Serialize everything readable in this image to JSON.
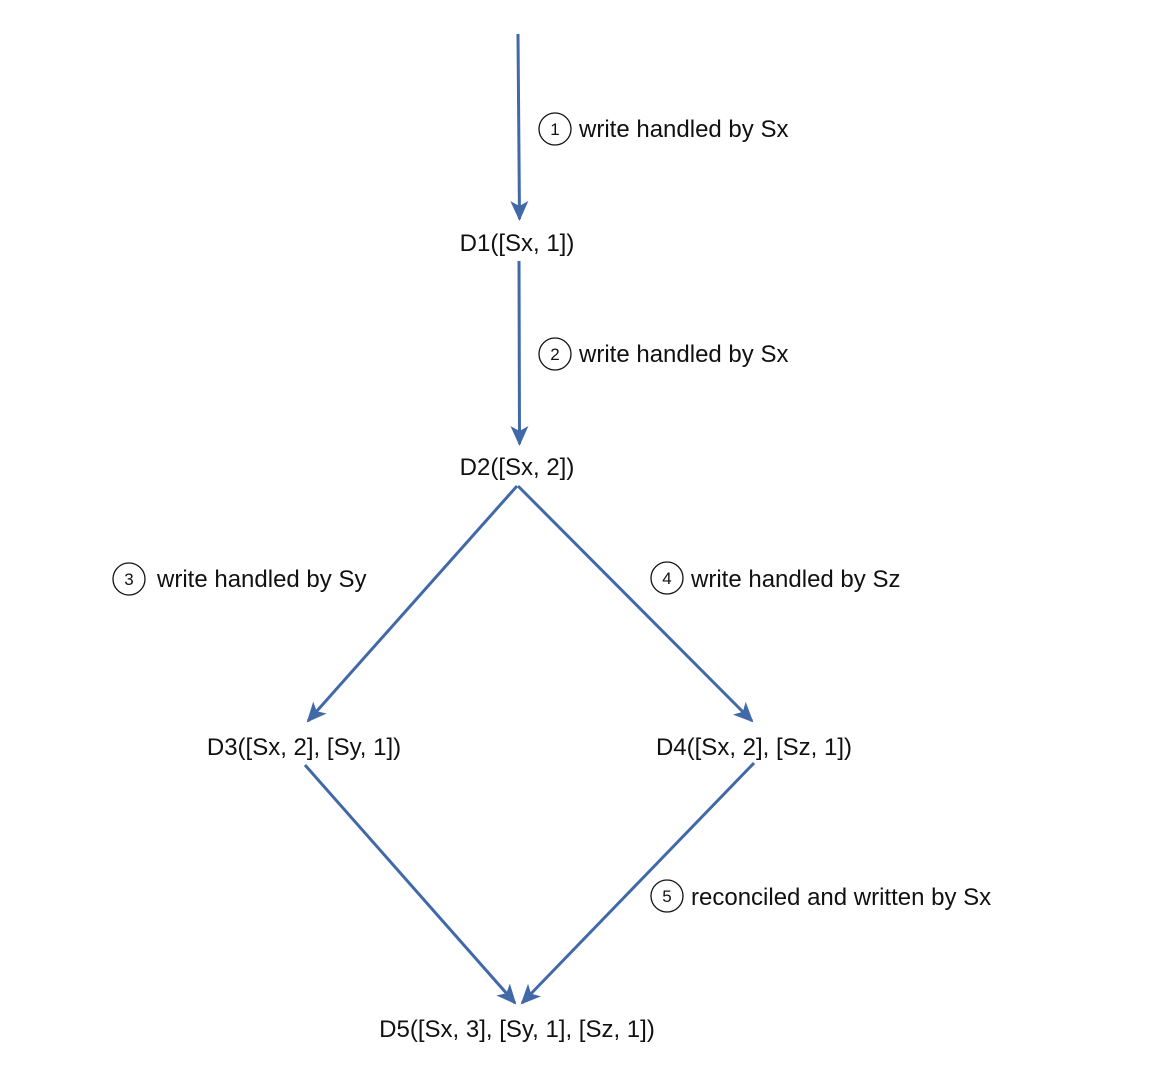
{
  "colors": {
    "edge": "#4169a8",
    "text": "#111111"
  },
  "nodes": {
    "d1": "D1([Sx, 1])",
    "d2": "D2([Sx, 2])",
    "d3": "D3([Sx, 2], [Sy, 1])",
    "d4": "D4([Sx, 2], [Sz, 1])",
    "d5": "D5([Sx, 3], [Sy, 1],  [Sz, 1])"
  },
  "steps": [
    {
      "number": "1",
      "label": "write handled by Sx"
    },
    {
      "number": "2",
      "label": "write handled by Sx"
    },
    {
      "number": "3",
      "label": "write handled by Sy"
    },
    {
      "number": "4",
      "label": "write handled by Sz"
    },
    {
      "number": "5",
      "label": "reconciled and written by Sx"
    }
  ]
}
